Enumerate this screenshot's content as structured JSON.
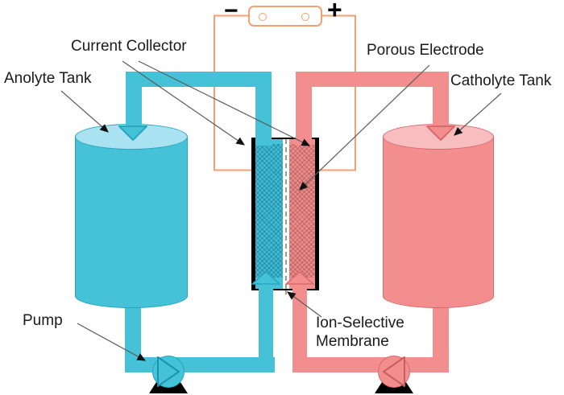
{
  "labels": {
    "current_collector": "Current Collector",
    "porous_electrode": "Porous Electrode",
    "anolyte_tank": "Anolyte Tank",
    "catholyte_tank": "Catholyte Tank",
    "pump": "Pump",
    "ion_selective_membrane_line1": "Ion-Selective",
    "ion_selective_membrane_line2": "Membrane"
  },
  "battery": {
    "negative_terminal": "−",
    "positive_terminal": "+"
  },
  "colors": {
    "anolyte": "#45C1D8",
    "anolyte_light": "#A9E2F0",
    "anolyte_dark": "#2AA5BD",
    "catholyte": "#F28E8E",
    "catholyte_light": "#F8BDBF",
    "catholyte_dark": "#D96A6A",
    "circuit_wire": "#F1A173",
    "current_collector": "#000000",
    "membrane_dash": "#A09E7E",
    "label_text": "#1A1A1A"
  }
}
